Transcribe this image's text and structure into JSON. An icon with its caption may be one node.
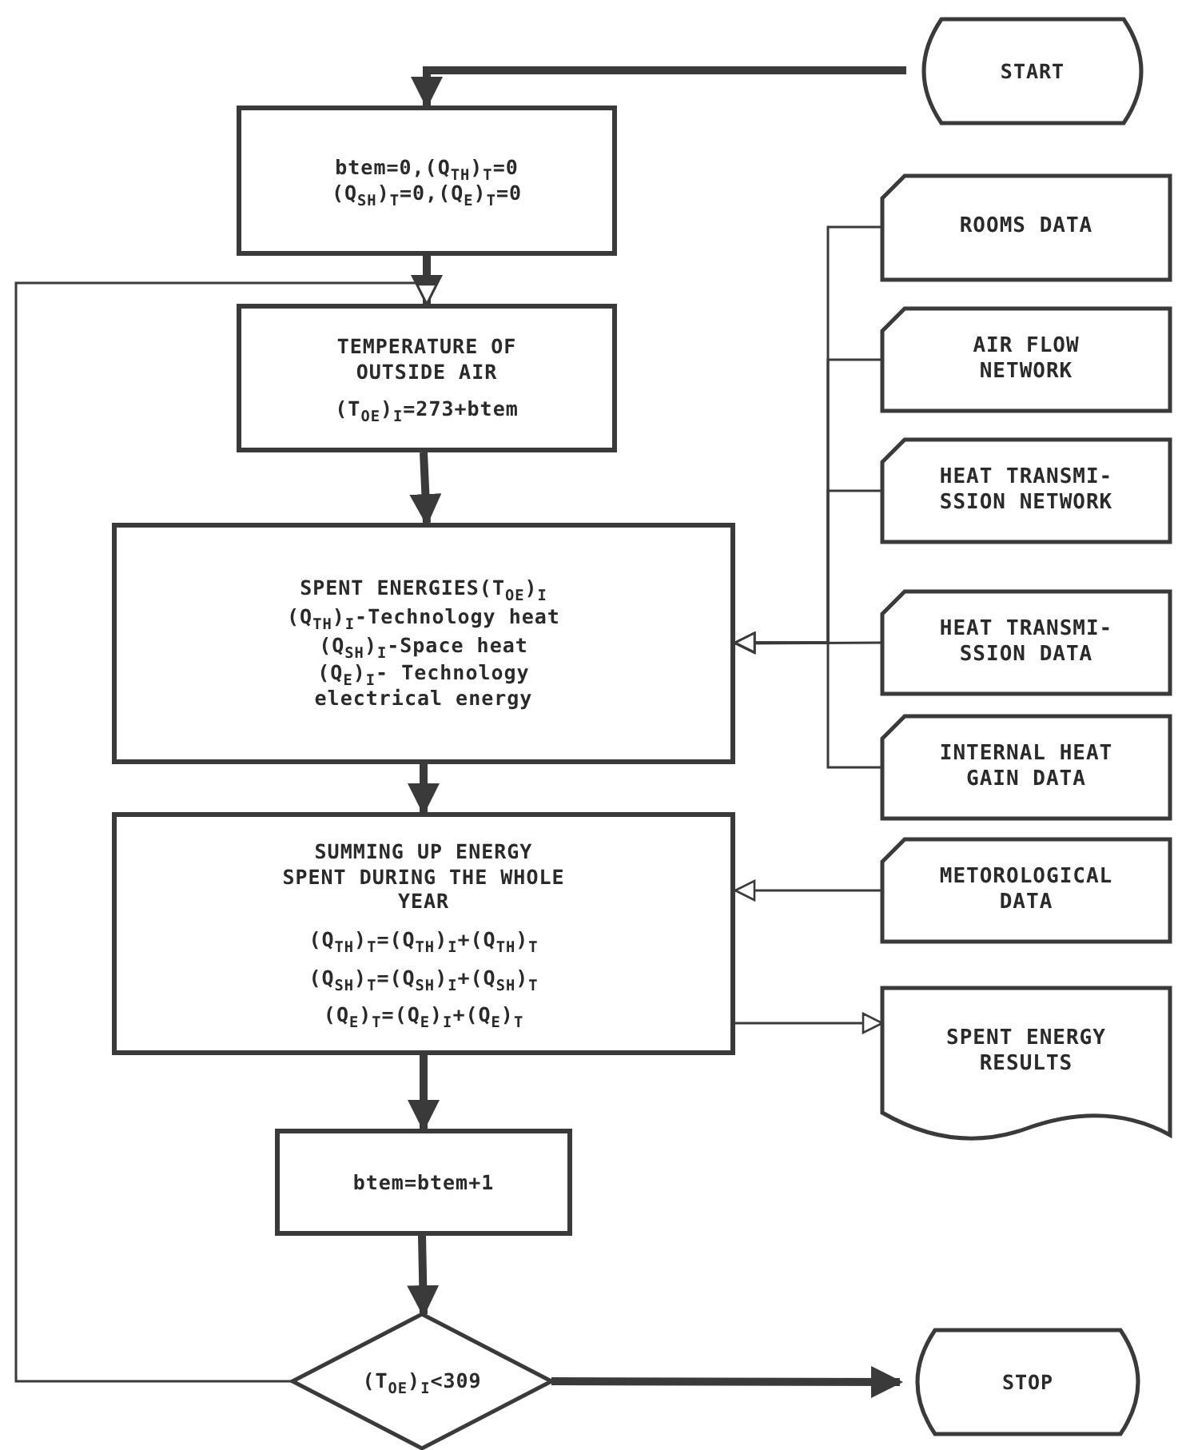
{
  "diagram": {
    "nodes": [
      {
        "text": [
          "START"
        ]
      },
      {
        "text": [
          "btem=0,(Q$_{TH}$)$_{T}$=0 (Q$_{SH}$)$_{T}$=0,(Q$_{E}$)$_{T}$=0"
        ]
      },
      {
        "text": [
          "TEMPERATURE OF OUTSIDE AIR",
          "(T$_{OE}$)$_{I}$=273+btem"
        ]
      },
      {
        "text": [
          "SPENT ENERGIES(T$_{OE}$)$_{I}$",
          "(Q$_{TH}$)$_{I}$-Technology heat",
          "(Q$_{SH}$)$_{I}$-Space heat",
          "(Q$_{E}$)$_{I}$- Technology electrical energy"
        ]
      },
      {
        "text": [
          "SUMMING UP ENERGY SPENT DURING THE WHOLE YEAR",
          "(Q$_{TH}$)$_{T}$=(Q$_{TH}$)$_{I}$+(Q$_{TH}$)$_{T}$",
          "(Q$_{SH}$)$_{T}$=(Q$_{SH}$)$_{I}$+(Q$_{SH}$)$_{T}$",
          "(Q$_{E}$)$_{T}$=(Q$_{E}$)$_{I}$+(Q$_{E}$)$_{T}$"
        ]
      },
      {
        "text": [
          "btem=btem+1"
        ]
      },
      {
        "text": [
          "(T$_{OE}$)$_{I}$<309"
        ]
      },
      {
        "text": [
          "STOP"
        ]
      },
      {
        "text": [
          "ROOMS DATA"
        ]
      },
      {
        "text": [
          "AIR FLOW NETWORK"
        ]
      },
      {
        "text": [
          "HEAT TRANSMI- SSION NETWORK"
        ]
      },
      {
        "text": [
          "HEAT TRANSMI- SSION DATA"
        ]
      },
      {
        "text": [
          "INTERNAL HEAT GAIN DATA"
        ]
      },
      {
        "text": [
          "METOROLOGICAL DATA"
        ]
      },
      {
        "text": [
          "SPENT ENERGY RESULTS"
        ]
      }
    ],
    "edges": [
      {
        "from": 0,
        "to": 1,
        "arrow": "to",
        "style": "thick"
      },
      {
        "from": 1,
        "to": 2,
        "arrow": "to",
        "style": "thick"
      },
      {
        "from": 2,
        "to": 3,
        "arrow": "to",
        "style": "thick"
      },
      {
        "from": 3,
        "to": 4,
        "arrow": "to",
        "style": "thick"
      },
      {
        "from": 4,
        "to": 5,
        "arrow": "to",
        "style": "thick"
      },
      {
        "from": 5,
        "to": 6,
        "arrow": "to",
        "style": "thick"
      },
      {
        "from": 6,
        "to": 7,
        "arrow": "to",
        "style": "thick"
      },
      {
        "from": 6,
        "to": 2,
        "arrow": "to"
      },
      {
        "from": 8,
        "to": 3,
        "arrow": "to"
      },
      {
        "from": 9,
        "to": 3,
        "arrow": "to"
      },
      {
        "from": 10,
        "to": 3,
        "arrow": "to"
      },
      {
        "from": 11,
        "to": 3,
        "arrow": "to"
      },
      {
        "from": 12,
        "to": 3,
        "arrow": "to"
      },
      {
        "from": 13,
        "to": 4,
        "arrow": "to"
      },
      {
        "from": 4,
        "to": 14,
        "arrow": "to"
      }
    ]
  }
}
